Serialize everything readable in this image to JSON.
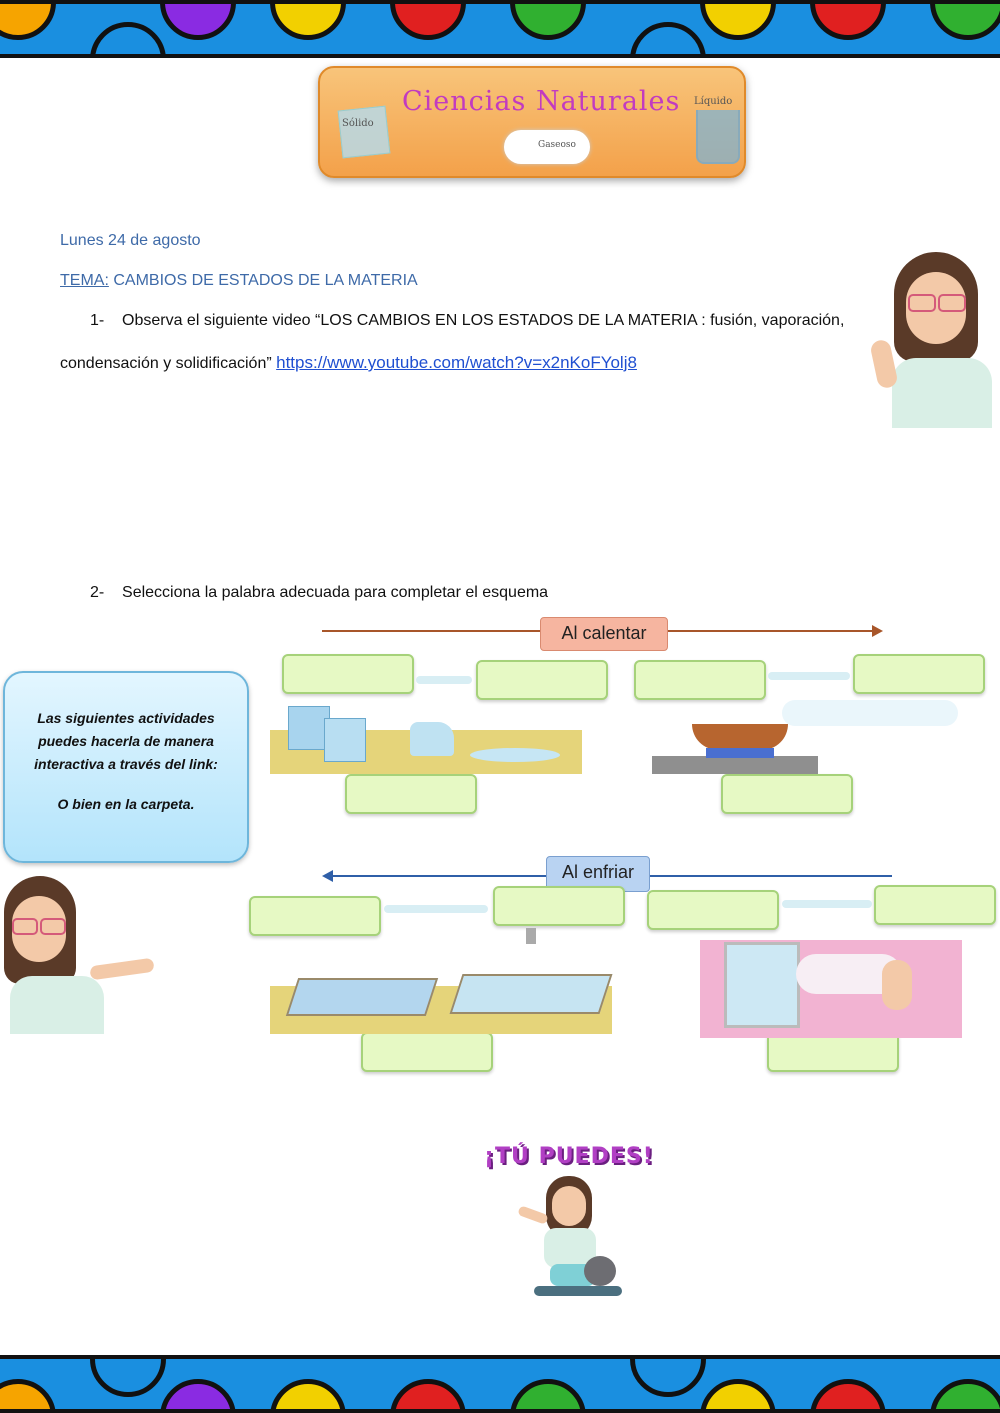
{
  "banner": {
    "title": "Ciencias Naturales",
    "label_solid": "Sólido",
    "label_gas": "Gaseoso",
    "label_liquid": "Líquido"
  },
  "date": "Lunes 24 de agosto",
  "tema": {
    "label": "TEMA:",
    "text": "CAMBIOS DE ESTADOS DE LA MATERIA"
  },
  "q1": {
    "number": "1-",
    "line1": "Observa el siguiente video “LOS CAMBIOS EN LOS ESTADOS DE LA MATERIA : fusión, vaporación,",
    "line2": "condensación y solidificación”",
    "link": "https://www.youtube.com/watch?v=x2nKoFYolj8"
  },
  "q2": {
    "number": "2-",
    "text": "Selecciona la palabra adecuada para completar el esquema"
  },
  "diagram": {
    "heat_label": "Al calentar",
    "cool_label": "Al enfriar"
  },
  "info_box": {
    "line1": "Las siguientes actividades",
    "line2": "puedes hacerla de manera",
    "line3": "interactiva a través del link:",
    "line4": "O bien en la carpeta."
  },
  "motivation": "¡TÚ PUEDES!",
  "colors": {
    "accent_text": "#3e6aa8",
    "link": "#1f4fd1",
    "answer_box": "#e6f9c4",
    "heat_tag": "#f6b5a0",
    "cool_tag": "#b9d3f2"
  }
}
